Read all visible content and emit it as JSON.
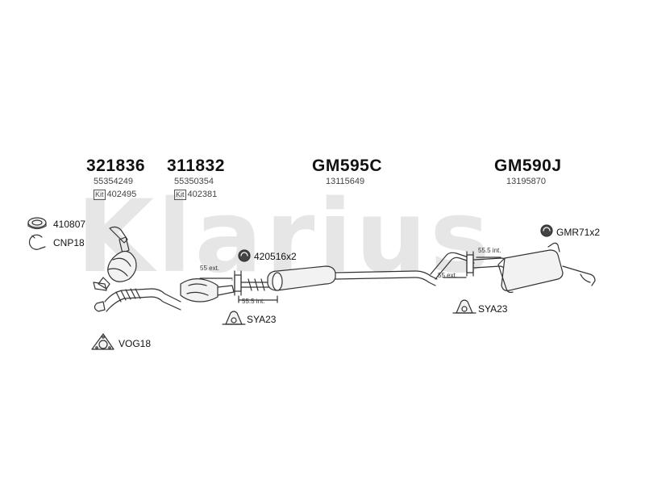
{
  "watermark": "Klarius",
  "parts": [
    {
      "code": "321836",
      "oe": "55354249",
      "kit_label": "Kit",
      "kit": "402495"
    },
    {
      "code": "311832",
      "oe": "55350354",
      "kit_label": "Kit",
      "kit": "402381"
    },
    {
      "code": "GM595C",
      "oe": "13115649"
    },
    {
      "code": "GM590J",
      "oe": "13195870"
    }
  ],
  "accessories": {
    "a410807": "410807",
    "cnp18": "CNP18",
    "vog18": "VOG18",
    "a420516": "420516x2",
    "sya23_left": "SYA23",
    "sya23_right": "SYA23",
    "gmr71": "GMR71x2"
  },
  "dimensions": {
    "ext55_left": "55 ext.",
    "int555_left": "55.5 int.",
    "int555_right": "55.5 int.",
    "ext55_right": "55 ext."
  }
}
